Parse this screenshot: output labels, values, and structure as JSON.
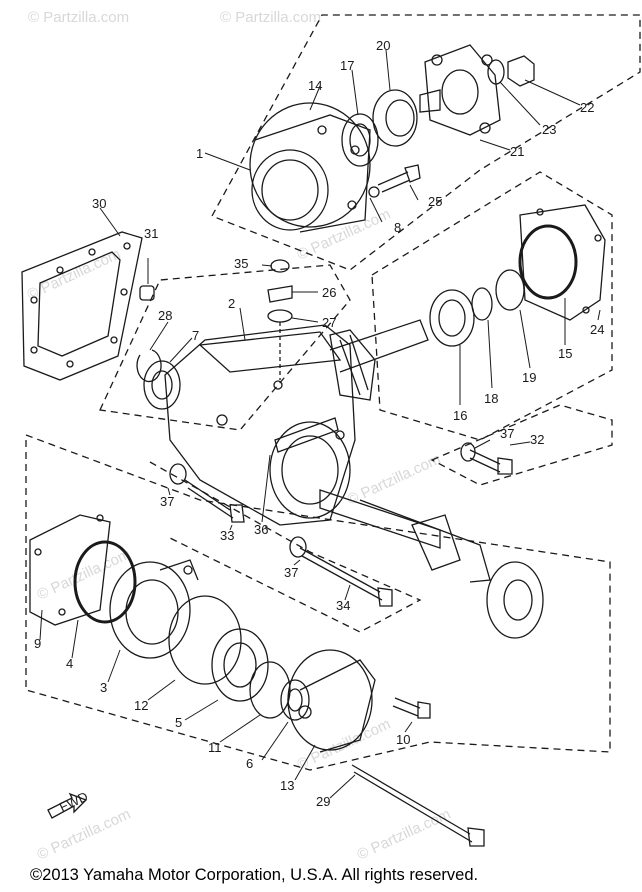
{
  "copyright": "©2013 Yamaha Motor Corporation, U.S.A. All rights reserved.",
  "watermark": "© Partzilla.com",
  "fwd_label": "FWD",
  "callouts": [
    "1",
    "2",
    "3",
    "4",
    "5",
    "6",
    "7",
    "8",
    "9",
    "10",
    "11",
    "12",
    "13",
    "14",
    "15",
    "16",
    "17",
    "18",
    "19",
    "20",
    "21",
    "22",
    "23",
    "24",
    "25",
    "26",
    "27",
    "28",
    "29",
    "30",
    "31",
    "32",
    "33",
    "34",
    "35",
    "36",
    "37"
  ],
  "colors": {
    "line": "#1a1a1a",
    "watermark": "#d8d8d8",
    "background": "#ffffff"
  }
}
